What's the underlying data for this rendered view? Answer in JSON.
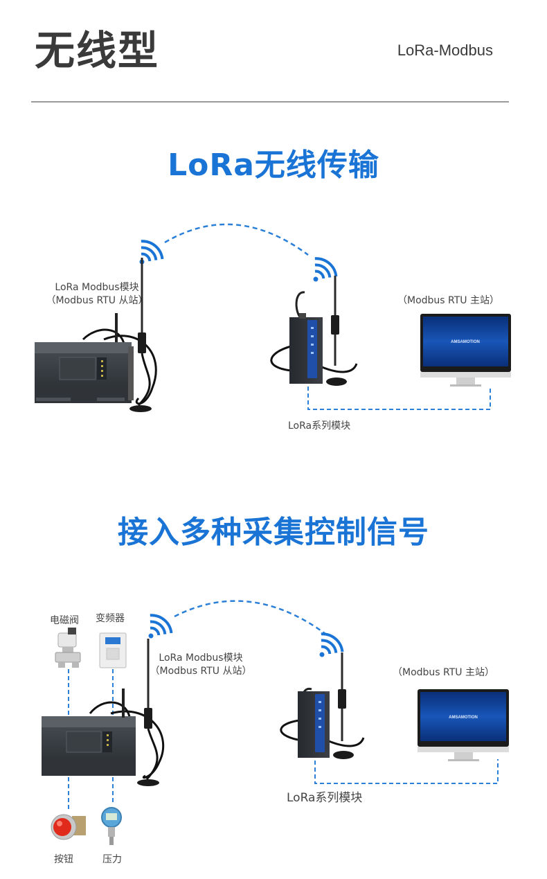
{
  "header": {
    "title": "无线型",
    "subtitle": "LoRa-Modbus"
  },
  "section1": {
    "title": "LoRa无线传输",
    "slave_label_line1": "LoRa Modbus模块",
    "slave_label_line2": "（Modbus RTU 从站）",
    "master_label": "（Modbus RTU 主站）",
    "module_label": "LoRa系列模块"
  },
  "section2": {
    "title": "接入多种采集控制信号",
    "valve_label": "电磁阀",
    "inverter_label": "变频器",
    "button_label": "按钮",
    "pressure_label": "压力",
    "slave_label_line1": "LoRa Modbus模块",
    "slave_label_line2": "（Modbus RTU 从站）",
    "master_label": "（Modbus RTU 主站）",
    "module_label": "LoRa系列模块"
  },
  "icons": [
    "wifi-signal-icon",
    "antenna-icon",
    "monitor-icon",
    "plc-module-icon",
    "lora-module-icon"
  ],
  "colors": {
    "accent": "#1a74d6",
    "dashed_link": "#2a7fd8",
    "device_dark": "#2e3236",
    "module_blue": "#1f4fa8"
  }
}
